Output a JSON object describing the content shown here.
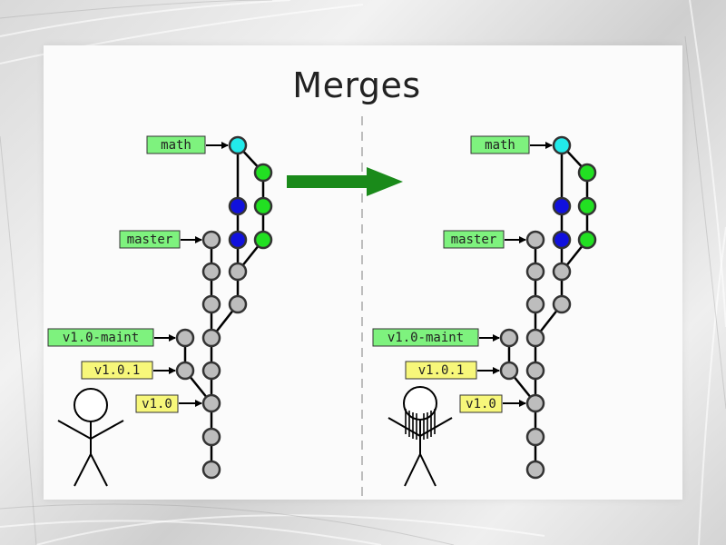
{
  "slide": {
    "title": "Merges"
  },
  "colors": {
    "gray_node": "#bdbdbd",
    "blue_node": "#1111dd",
    "green_node": "#22e022",
    "cyan_node": "#22eaea",
    "branch_label": "#7ef27e",
    "tag_label": "#f7f77a",
    "arrow": "#1a8a1a"
  },
  "before": {
    "labels": {
      "math": "math",
      "master": "master",
      "maint": "v1.0-maint",
      "tag_101": "v1.0.1",
      "tag_10": "v1.0"
    }
  },
  "after": {
    "labels": {
      "math": "math",
      "master": "master",
      "maint": "v1.0-maint",
      "tag_101": "v1.0.1",
      "tag_10": "v1.0"
    }
  },
  "icons": {
    "transition": "right-arrow-icon",
    "person_before": "stick-figure-icon",
    "person_after": "stick-figure-with-hair-icon"
  }
}
